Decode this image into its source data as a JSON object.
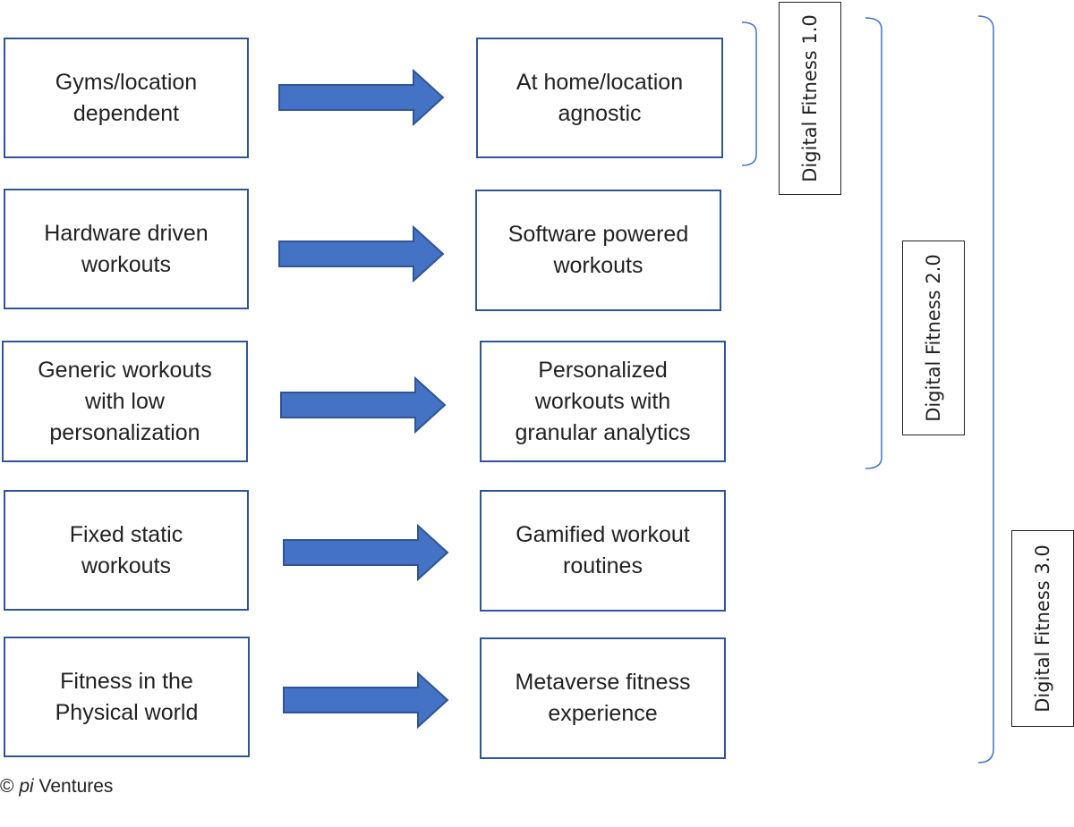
{
  "rows": [
    {
      "from": "Gyms/location\ndependent",
      "to": "At home/location\nagnostic"
    },
    {
      "from": "Hardware driven\nworkouts",
      "to": "Software powered\nworkouts"
    },
    {
      "from": "Generic workouts\nwith low\npersonalization",
      "to": "Personalized\nworkouts with\ngranular analytics"
    },
    {
      "from": "Fixed static\nworkouts",
      "to": "Gamified workout\nroutines"
    },
    {
      "from": "Fitness in the\nPhysical world",
      "to": "Metaverse fitness\nexperience"
    }
  ],
  "stages": [
    {
      "label": "Digital Fitness 1.0",
      "spans_rows": "1"
    },
    {
      "label": "Digital Fitness 2.0",
      "spans_rows": "1-3"
    },
    {
      "label": "Digital Fitness 3.0",
      "spans_rows": "1-5"
    }
  ],
  "colors": {
    "box_border": "#2f5597",
    "arrow_fill": "#4472c4",
    "arrow_stroke": "#2f5597",
    "bracket": "#4472c4"
  },
  "credit": {
    "symbol": "©",
    "brand": "pi",
    "name": "Ventures"
  }
}
